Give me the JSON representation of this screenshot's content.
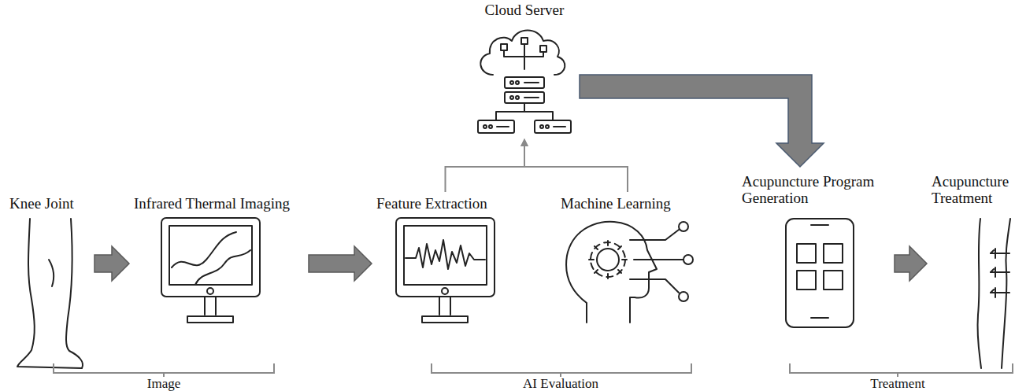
{
  "diagram": {
    "nodes": [
      {
        "text": [
          "Knee Joint"
        ]
      },
      {
        "text": [
          "Infrared Thermal Imaging"
        ]
      },
      {
        "text": [
          "Feature Extraction"
        ]
      },
      {
        "text": [
          "Machine Learning"
        ]
      },
      {
        "text": [
          "Cloud Server"
        ]
      },
      {
        "text": [
          "Acupuncture Program Generation"
        ]
      },
      {
        "text": [
          "Acupuncture Treatment"
        ]
      }
    ],
    "edges": [
      {
        "from": 0,
        "to": 1,
        "arrow": "to"
      },
      {
        "from": 1,
        "to": 2,
        "arrow": "to"
      },
      {
        "from": 2,
        "to": 4,
        "arrow": "to"
      },
      {
        "from": 3,
        "to": 4,
        "arrow": "to"
      },
      {
        "from": 4,
        "to": 5,
        "arrow": "to"
      },
      {
        "from": 5,
        "to": 6,
        "arrow": "to"
      }
    ],
    "labels": [
      "Image",
      "AI Evaluation",
      "Treatment"
    ]
  }
}
